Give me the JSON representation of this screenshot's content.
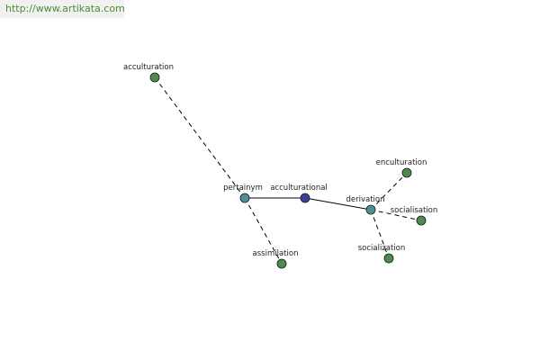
{
  "watermark": {
    "text": "http://www.artikata.com"
  },
  "colors": {
    "leaf_node": "#4e8a4e",
    "hub_node": "#4f8f8f",
    "root_node": "#3f3f99",
    "edge": "#000000"
  },
  "graph": {
    "nodes": [
      {
        "id": "acculturation",
        "label": "acculturation",
        "kind": "leaf"
      },
      {
        "id": "pertainym",
        "label": "pertainym",
        "kind": "hub"
      },
      {
        "id": "acculturational",
        "label": "acculturational",
        "kind": "root"
      },
      {
        "id": "derivation",
        "label": "derivation",
        "kind": "hub"
      },
      {
        "id": "assimilation",
        "label": "assimilation",
        "kind": "leaf"
      },
      {
        "id": "enculturation",
        "label": "enculturation",
        "kind": "leaf"
      },
      {
        "id": "socialisation",
        "label": "socialisation",
        "kind": "leaf"
      },
      {
        "id": "socialization",
        "label": "socialization",
        "kind": "leaf"
      }
    ],
    "edges": [
      {
        "from": "acculturational",
        "to": "pertainym",
        "style": "solid"
      },
      {
        "from": "acculturational",
        "to": "derivation",
        "style": "solid"
      },
      {
        "from": "pertainym",
        "to": "acculturation",
        "style": "dashed"
      },
      {
        "from": "pertainym",
        "to": "assimilation",
        "style": "dashed"
      },
      {
        "from": "derivation",
        "to": "enculturation",
        "style": "dashed"
      },
      {
        "from": "derivation",
        "to": "socialisation",
        "style": "dashed"
      },
      {
        "from": "derivation",
        "to": "socialization",
        "style": "dashed"
      }
    ]
  }
}
